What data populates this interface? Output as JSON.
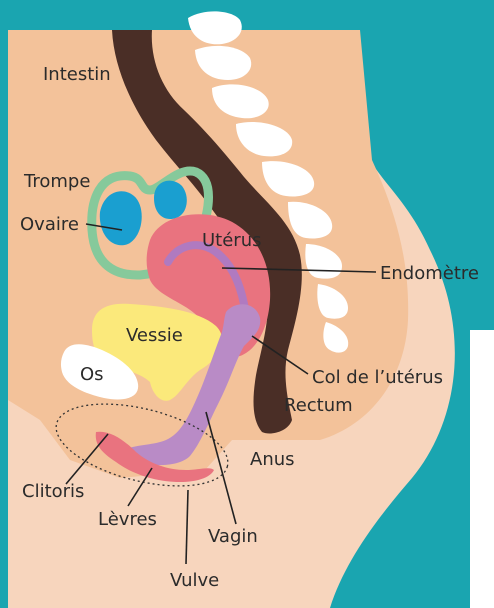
{
  "labels": {
    "intestin": "Intestin",
    "trompe": "Trompe",
    "ovaire": "Ovaire",
    "uterus": "Utérus",
    "endometre": "Endomètre",
    "vessie": "Vessie",
    "os": "Os",
    "col": "Col de l’utérus",
    "rectum": "Rectum",
    "anus": "Anus",
    "clitoris": "Clitoris",
    "levres": "Lèvres",
    "vagin": "Vagin",
    "vulve": "Vulve"
  },
  "colors": {
    "background": "#1aa5b0",
    "skin": "#f3c29a",
    "skin_light": "#f7d5bd",
    "rectum": "#4a2e26",
    "spine": "#ffffff",
    "uterus": "#e9737f",
    "endometrium": "#b07ac0",
    "vagina": "#b98bc6",
    "bladder": "#fbe97b",
    "tube": "#86c99b",
    "ovary": "#1a9fd0",
    "labia": "#e9737f",
    "bone": "#ffffff"
  }
}
